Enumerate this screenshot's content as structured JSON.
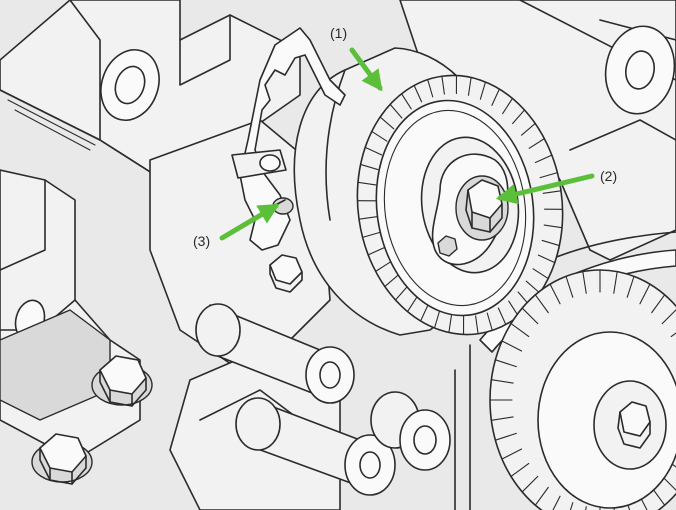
{
  "diagram": {
    "background_color": "#e9e9e9",
    "line_color": "#2b2b2b",
    "arrow_color": "#5cbf3a",
    "callouts": [
      {
        "id": "1",
        "label": "(1)"
      },
      {
        "id": "2",
        "label": "(2)"
      },
      {
        "id": "3",
        "label": "(3)"
      }
    ]
  }
}
